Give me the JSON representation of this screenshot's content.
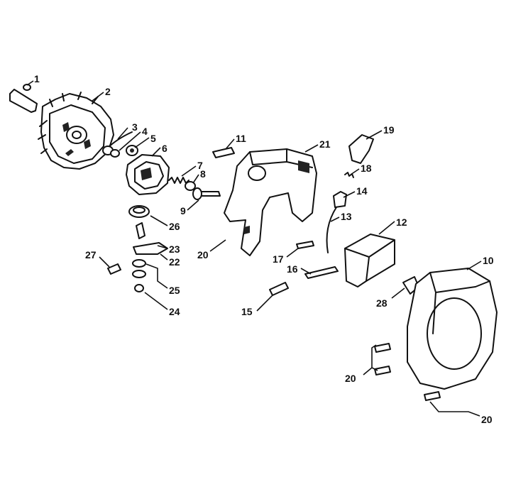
{
  "diagram": {
    "parts": [
      {
        "id": "p1",
        "label": "1"
      },
      {
        "id": "p2",
        "label": "2"
      },
      {
        "id": "p3",
        "label": "3"
      },
      {
        "id": "p4",
        "label": "4"
      },
      {
        "id": "p5",
        "label": "5"
      },
      {
        "id": "p6",
        "label": "6"
      },
      {
        "id": "p7",
        "label": "7"
      },
      {
        "id": "p8",
        "label": "8"
      },
      {
        "id": "p9",
        "label": "9"
      },
      {
        "id": "p10",
        "label": "10"
      },
      {
        "id": "p11",
        "label": "11"
      },
      {
        "id": "p12",
        "label": "12"
      },
      {
        "id": "p13",
        "label": "13"
      },
      {
        "id": "p14",
        "label": "14"
      },
      {
        "id": "p15",
        "label": "15"
      },
      {
        "id": "p16",
        "label": "16"
      },
      {
        "id": "p17",
        "label": "17"
      },
      {
        "id": "p18",
        "label": "18"
      },
      {
        "id": "p19",
        "label": "19"
      },
      {
        "id": "p20a",
        "label": "20"
      },
      {
        "id": "p20b",
        "label": "20"
      },
      {
        "id": "p20c",
        "label": "20"
      },
      {
        "id": "p21",
        "label": "21"
      },
      {
        "id": "p22",
        "label": "22"
      },
      {
        "id": "p23",
        "label": "23"
      },
      {
        "id": "p24",
        "label": "24"
      },
      {
        "id": "p25",
        "label": "25"
      },
      {
        "id": "p26",
        "label": "26"
      },
      {
        "id": "p27",
        "label": "27"
      },
      {
        "id": "p28",
        "label": "28"
      }
    ]
  }
}
